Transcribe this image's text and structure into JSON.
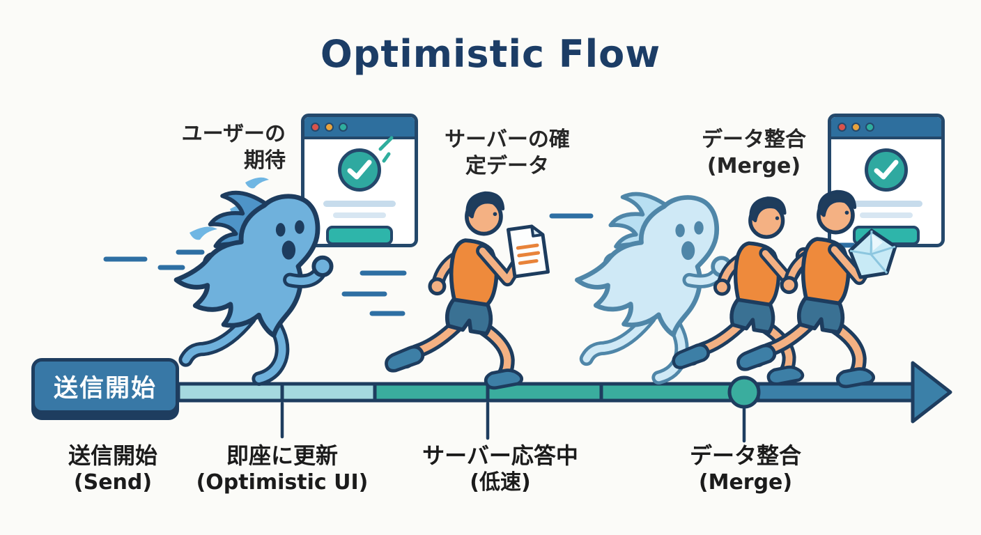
{
  "title": "Optimistic Flow",
  "captions": {
    "user_expectation": {
      "line1": "ユーザーの",
      "line2": "期待"
    },
    "server_data": {
      "line1": "サーバーの確",
      "line2": "定データ"
    },
    "merge": {
      "line1": "データ整合",
      "line2": "(Merge)"
    }
  },
  "badge": {
    "label": "送信開始"
  },
  "timeline": {
    "milestones": [
      {
        "jp": "送信開始",
        "en": "(Send)"
      },
      {
        "jp": "即座に更新",
        "en": "(Optimistic UI)"
      },
      {
        "jp": "サーバー応答中",
        "en": "(低速)"
      },
      {
        "jp": "データ整合",
        "en": "(Merge)"
      }
    ]
  },
  "palette": {
    "background": "#FBFBF8",
    "navy_outline": "#1D3C5E",
    "title_navy": "#1C3D66",
    "badge_blue": "#3878A6",
    "timeline_light_cyan": "#A5D9DF",
    "timeline_teal": "#3AAD9E",
    "timeline_steel_blue": "#3B80A8",
    "window_bar_blue": "#2E6F9E",
    "dot_red": "#D9534B",
    "dot_amber": "#E8A33D",
    "dot_teal": "#2FAE9E",
    "check_teal": "#2FA9A0",
    "button_teal": "#2EB5AA",
    "placeholder_line_blue": "#C7DCEC",
    "ghost_blue": "#6FB1DC",
    "pale_ghost_blue": "#CFE9F6",
    "runner_shirt_orange": "#EE8A3C",
    "runner_shorts_blue": "#3A7193",
    "skin": "#F4B183",
    "shoe_blue": "#3D7FA6",
    "text_dark": "#1B1B1B"
  }
}
